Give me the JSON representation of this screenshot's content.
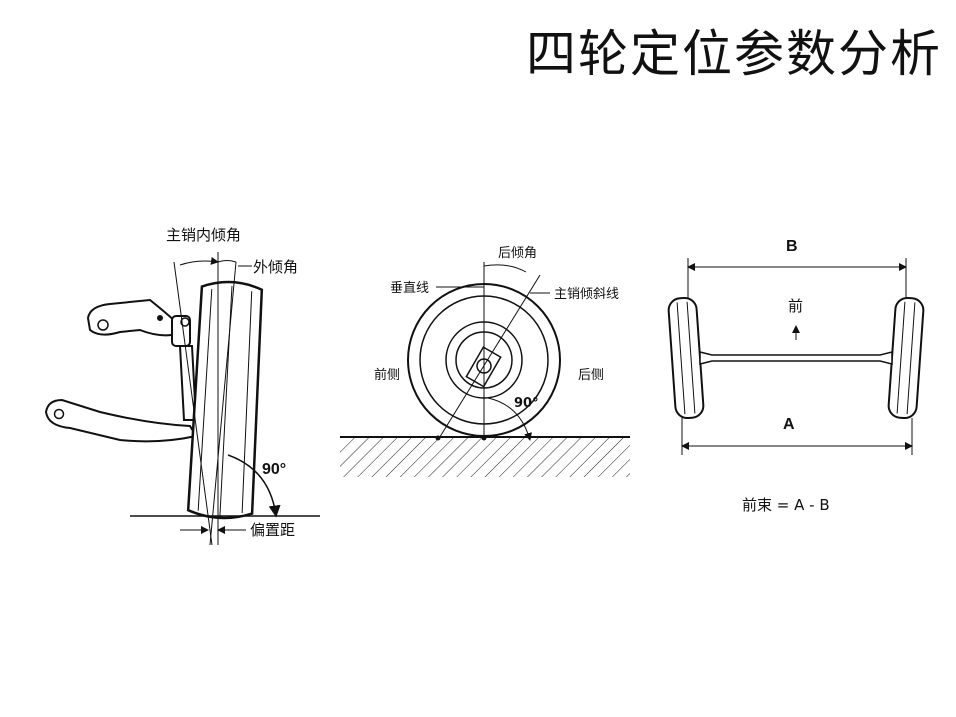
{
  "title": "四轮定位参数分析",
  "camber_diagram": {
    "kingpin_inclination": "主销内倾角",
    "camber": "外倾角",
    "angle": "90°",
    "offset": "偏置距"
  },
  "caster_diagram": {
    "caster": "后倾角",
    "vertical_line": "垂直线",
    "kingpin_line": "主销倾斜线",
    "front_side": "前侧",
    "rear_side": "后侧",
    "angle": "90°"
  },
  "toe_diagram": {
    "label_b": "B",
    "label_a": "A",
    "front": "前",
    "formula": "前束 = A - B"
  }
}
